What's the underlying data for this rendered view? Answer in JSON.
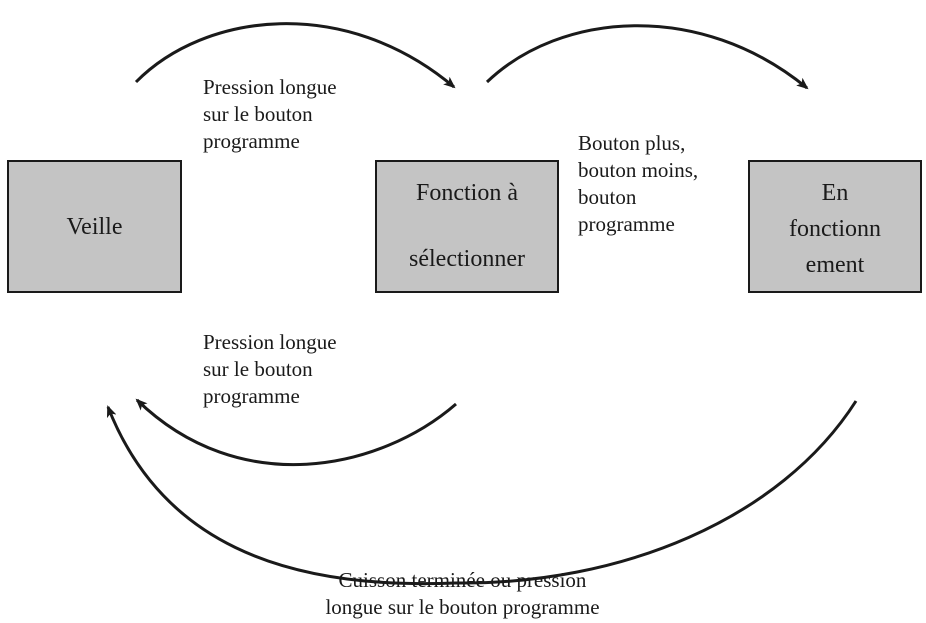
{
  "states": {
    "veille": {
      "lines": [
        "Veille"
      ]
    },
    "fonction": {
      "lines": [
        "Fonction à",
        "sélectionner"
      ]
    },
    "fonctionnement": {
      "lines": [
        "En",
        "fonctionn",
        "ement"
      ]
    }
  },
  "transitions": {
    "veille_to_fonction": {
      "lines": [
        "Pression longue",
        "sur le bouton",
        "programme"
      ]
    },
    "fonction_to_fonctionnement": {
      "lines": [
        "Bouton plus,",
        "bouton moins,",
        "bouton",
        "programme"
      ]
    },
    "fonction_to_veille": {
      "lines": [
        "Pression longue",
        "sur le bouton",
        "programme"
      ]
    },
    "fonctionnement_to_veille": {
      "lines": [
        "Cuisson terminée ou pression",
        "longue sur le bouton programme"
      ]
    }
  },
  "colors": {
    "box_fill": "#c4c4c4",
    "stroke": "#1a1a1a"
  }
}
